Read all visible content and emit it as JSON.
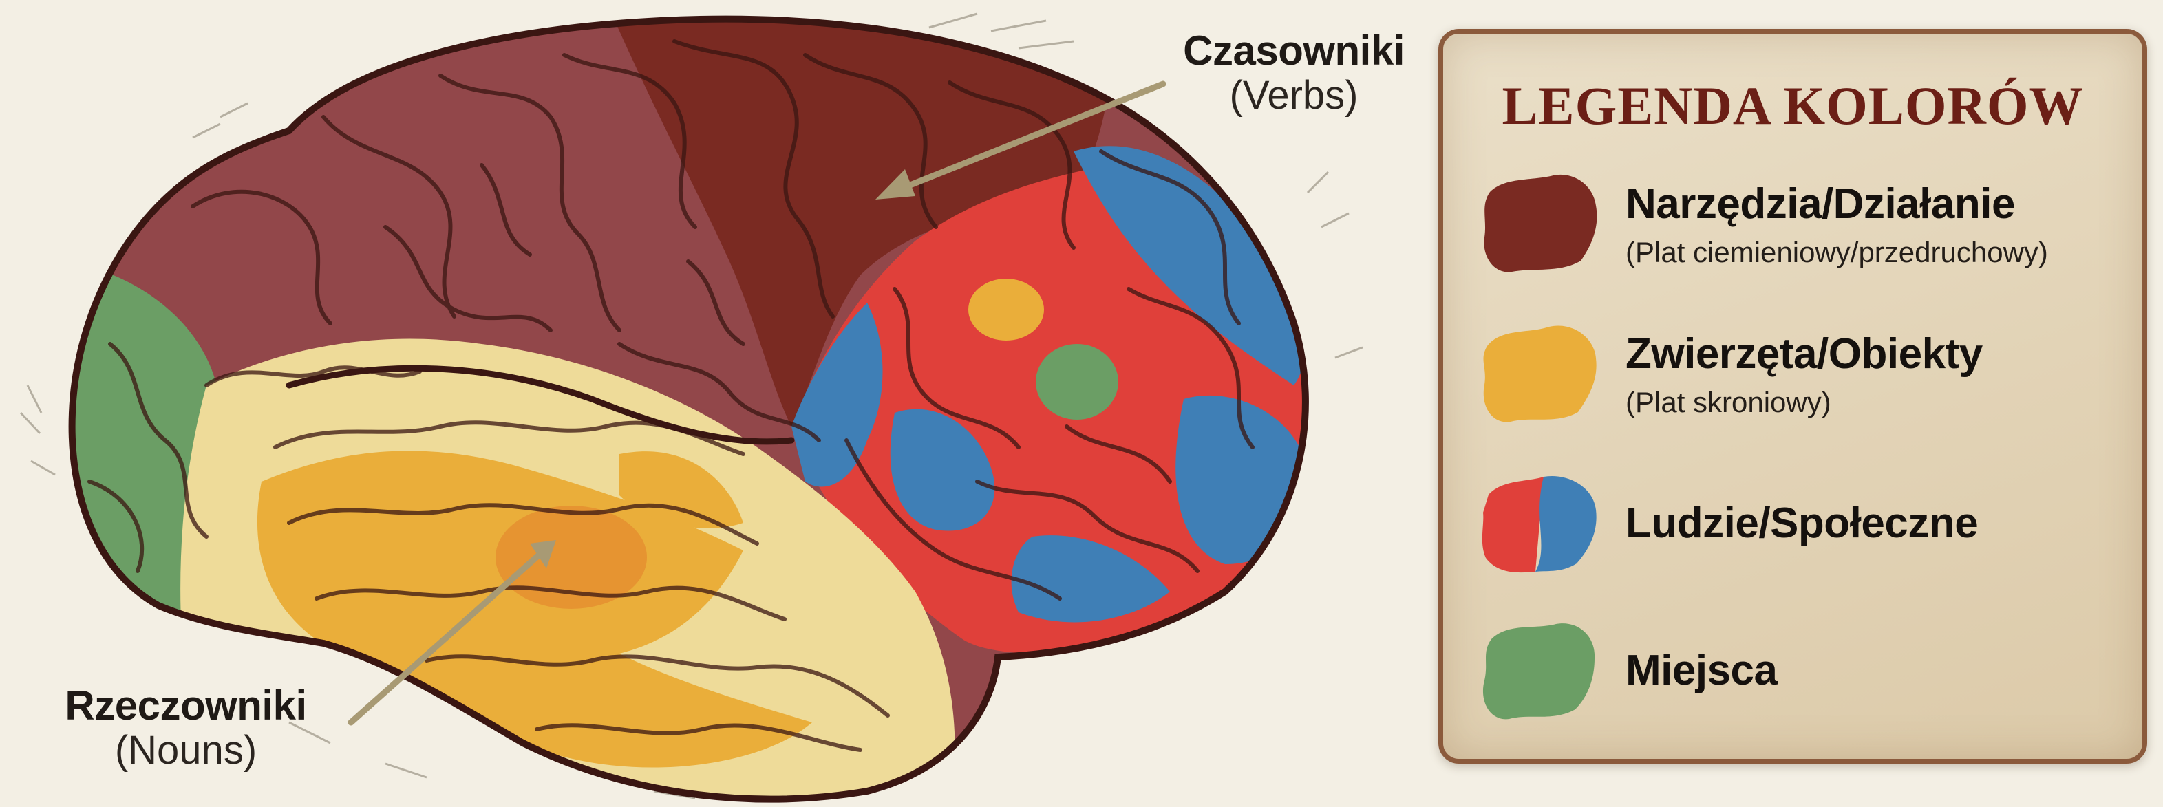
{
  "callouts": {
    "verbs": {
      "main": "Czasowniki",
      "sub": "(Verbs)"
    },
    "nouns": {
      "main": "Rzeczowniki",
      "sub": "(Nouns)"
    }
  },
  "legend": {
    "title": "LEGENDA KOLORÓW",
    "items": [
      {
        "label": "Narzędzia/Działanie",
        "sub": "(Plat ciemieniowy/przedruchowy)",
        "colors": [
          "#7a2a22"
        ]
      },
      {
        "label": "Zwierzęta/Obiekty",
        "sub": "(Plat skroniowy)",
        "colors": [
          "#eaae3a"
        ]
      },
      {
        "label": "Ludzie/Społeczne",
        "sub": "",
        "colors": [
          "#e0403a",
          "#3f7fb6"
        ]
      },
      {
        "label": "Miejsca",
        "sub": "",
        "colors": [
          "#6b9e65"
        ]
      }
    ]
  },
  "colors": {
    "background": "#f3efe4",
    "tools_action": "#7a2a22",
    "tools_action_light": "#92474a",
    "animals_objects": "#eaae3a",
    "animals_objects_light": "#eedb99",
    "people_red": "#e0403a",
    "people_blue": "#3f7fb6",
    "places": "#6b9e65",
    "outline": "#3a1612",
    "arrow": "#a89a74",
    "legend_border": "#8b5a3c",
    "legend_title": "#6b1f16"
  }
}
